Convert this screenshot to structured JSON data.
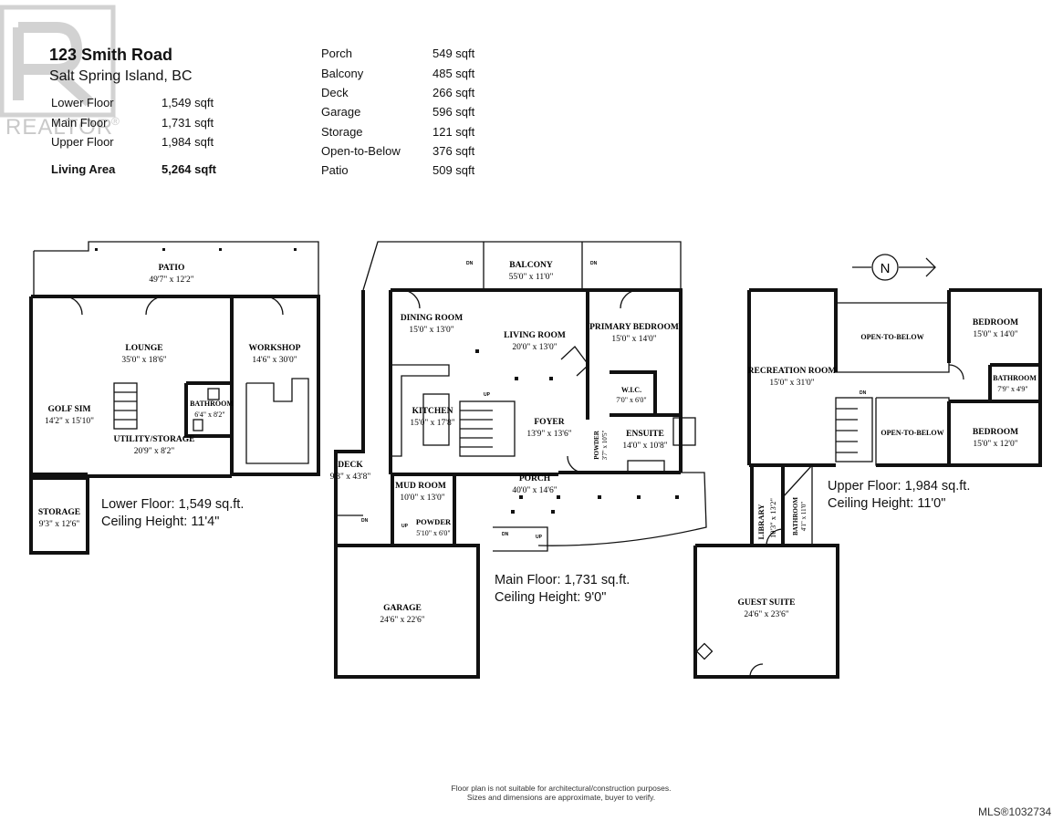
{
  "header": {
    "address": "123 Smith Road",
    "location": "Salt Spring Island, BC",
    "logo_text": "REALTOR",
    "floors": [
      {
        "label": "Lower Floor",
        "value": "1,549 sqft"
      },
      {
        "label": "Main Floor",
        "value": "1,731 sqft"
      },
      {
        "label": "Upper Floor",
        "value": "1,984 sqft"
      }
    ],
    "living_area": {
      "label": "Living Area",
      "value": "5,264 sqft"
    },
    "other_areas": [
      {
        "label": "Porch",
        "value": "549 sqft"
      },
      {
        "label": "Balcony",
        "value": "485 sqft"
      },
      {
        "label": "Deck",
        "value": "266 sqft"
      },
      {
        "label": "Garage",
        "value": "596 sqft"
      },
      {
        "label": "Storage",
        "value": "121 sqft"
      },
      {
        "label": "Open-to-Below",
        "value": "376 sqft"
      },
      {
        "label": "Patio",
        "value": "509 sqft"
      }
    ]
  },
  "lower_floor": {
    "caption_area": "Lower Floor: 1,549 sq.ft.",
    "caption_height": "Ceiling Height: 11'4\"",
    "rooms": [
      {
        "name": "PATIO",
        "dims": "49'7\" x 12'2\""
      },
      {
        "name": "LOUNGE",
        "dims": "35'0\" x 18'6\""
      },
      {
        "name": "WORKSHOP",
        "dims": "14'6\" x 30'0\""
      },
      {
        "name": "BATHROOM",
        "dims": "6'4\" x 8'2\""
      },
      {
        "name": "GOLF SIM",
        "dims": "14'2\" x 15'10\""
      },
      {
        "name": "UTILITY/STORAGE",
        "dims": "20'9\" x 8'2\""
      },
      {
        "name": "STORAGE",
        "dims": "9'3\" x 12'6\""
      }
    ]
  },
  "main_floor": {
    "caption_area": "Main Floor: 1,731 sq.ft.",
    "caption_height": "Ceiling Height: 9'0\"",
    "rooms": [
      {
        "name": "BALCONY",
        "dims": "55'0\" x 11'0\""
      },
      {
        "name": "DINING ROOM",
        "dims": "15'0\" x 13'0\""
      },
      {
        "name": "LIVING ROOM",
        "dims": "20'0\" x 13'0\""
      },
      {
        "name": "PRIMARY BEDROOM",
        "dims": "15'0\" x 14'0\""
      },
      {
        "name": "W.I.C.",
        "dims": "7'0\" x 6'0\""
      },
      {
        "name": "KITCHEN",
        "dims": "15'0\" x 17'8\""
      },
      {
        "name": "FOYER",
        "dims": "13'9\" x 13'6\""
      },
      {
        "name": "ENSUITE",
        "dims": "14'0\" x 10'8\""
      },
      {
        "name": "POWDER",
        "dims": "3'7\" x 10'5\""
      },
      {
        "name": "DECK",
        "dims": "9'3\" x 43'8\""
      },
      {
        "name": "MUD ROOM",
        "dims": "10'0\" x 13'0\""
      },
      {
        "name": "POWDER",
        "dims": "5'10\" x 6'0\""
      },
      {
        "name": "PORCH",
        "dims": "40'0\" x 14'6\""
      },
      {
        "name": "GARAGE",
        "dims": "24'6\" x 22'6\""
      }
    ]
  },
  "upper_floor": {
    "caption_area": "Upper Floor: 1,984 sq.ft.",
    "caption_height": "Ceiling Height: 11'0\"",
    "compass": "N",
    "rooms": [
      {
        "name": "RECREATION ROOM",
        "dims": "15'0\" x 31'0\""
      },
      {
        "name": "OPEN-TO-BELOW",
        "dims": ""
      },
      {
        "name": "BEDROOM",
        "dims": "15'0\" x 14'0\""
      },
      {
        "name": "BATHROOM",
        "dims": "7'9\" x 4'9\""
      },
      {
        "name": "OPEN-TO-BELOW",
        "dims": ""
      },
      {
        "name": "BEDROOM",
        "dims": "15'0\" x 12'0\""
      },
      {
        "name": "LIBRARY",
        "dims": "10'3\" x 13'2\""
      },
      {
        "name": "BATHROOM",
        "dims": "4'1\" x 11'0\""
      },
      {
        "name": "GUEST SUITE",
        "dims": "24'6\" x 23'6\""
      }
    ]
  },
  "stair_labels": {
    "down": "DN",
    "up": "UP"
  },
  "footer": {
    "disclaimer_1": "Floor plan is not suitable for architectural/construction purposes.",
    "disclaimer_2": "Sizes and dimensions are approximate, buyer to verify.",
    "mls": "MLS®1032734"
  }
}
